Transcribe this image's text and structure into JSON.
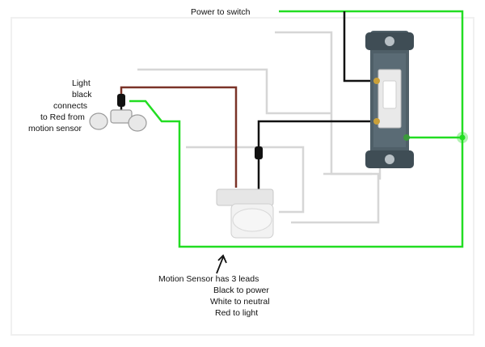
{
  "labels": {
    "power_to_switch": "Power to switch",
    "light_note": [
      "Light",
      "black",
      "connects",
      "to Red from",
      "motion sensor"
    ],
    "sensor_note": [
      "Motion Sensor has 3 leads",
      "Black to power",
      "White to neutral",
      "Red to light"
    ]
  },
  "colors": {
    "black_wire": "#111111",
    "red_wire": "#7a3328",
    "ground_wire": "#22dd22",
    "neutral_wire": "#d4d4d4",
    "switch_body": "#4f5f68",
    "toggle": "#e9e9e9",
    "lamp": "#e8e8e8",
    "sensor": "#f2f2f2"
  },
  "icons": {
    "switch": "single-pole-switch-icon",
    "lamp": "floodlight-lamp-icon",
    "sensor": "motion-sensor-icon",
    "pointer": "arrow-icon"
  }
}
